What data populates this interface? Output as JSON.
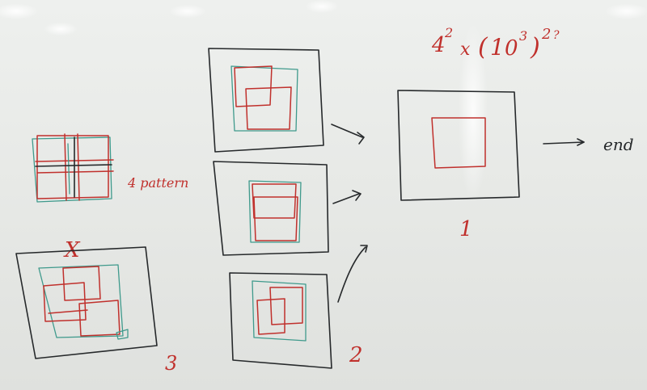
{
  "board": {
    "formula": {
      "base": "4",
      "exp1": "2",
      "times": "x",
      "open_paren": "(",
      "ten": "1",
      "zero": "0",
      "exp2": "3",
      "close_paren": ")",
      "exp3": "2",
      "question": "?"
    },
    "pattern_label": "4 pattern",
    "cross_mark": "X",
    "end_label": "end",
    "count_left": "3",
    "count_bottom": "2",
    "count_right": "1",
    "colors": {
      "black_marker": "#26292b",
      "red_marker": "#c0302c",
      "teal_marker": "#3f9a8c",
      "board": "#e9ebe8"
    }
  }
}
